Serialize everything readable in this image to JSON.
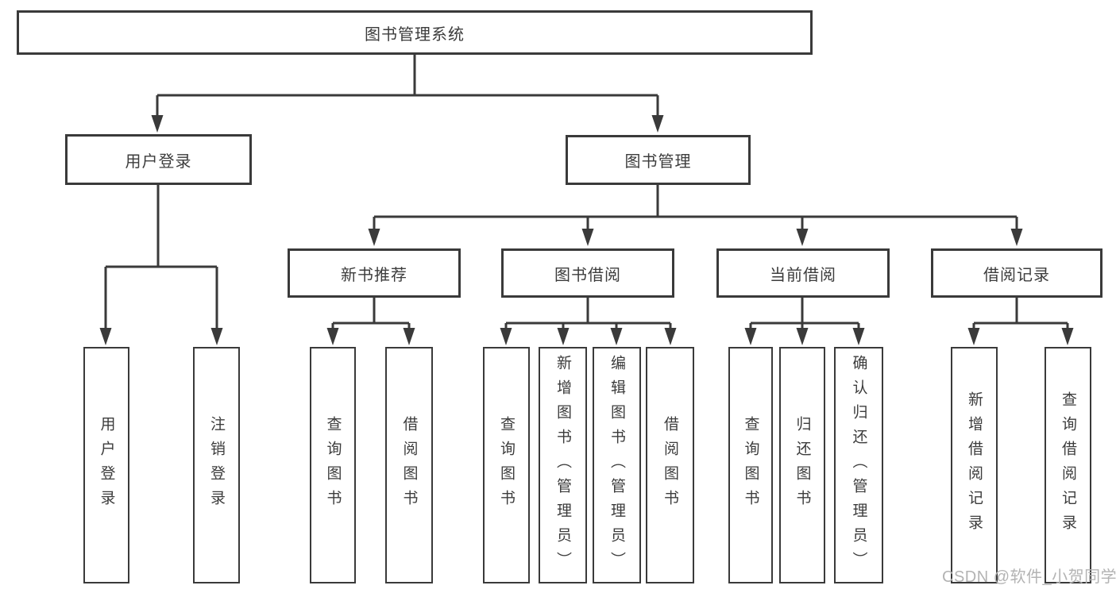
{
  "diagram": {
    "root": {
      "label": "图书管理系统"
    },
    "level2": [
      {
        "label": "用户登录",
        "children": [
          {
            "label": "用户登录"
          },
          {
            "label": "注销登录"
          }
        ]
      },
      {
        "label": "图书管理",
        "children": [
          {
            "label": "新书推荐",
            "children": [
              {
                "label": "查询图书"
              },
              {
                "label": "借阅图书"
              }
            ]
          },
          {
            "label": "图书借阅",
            "children": [
              {
                "label": "查询图书"
              },
              {
                "label": "新增图书（管理员）"
              },
              {
                "label": "编辑图书（管理员）"
              },
              {
                "label": "借阅图书"
              }
            ]
          },
          {
            "label": "当前借阅",
            "children": [
              {
                "label": "查询图书"
              },
              {
                "label": "归还图书"
              },
              {
                "label": "确认归还（管理员）"
              }
            ]
          },
          {
            "label": "借阅记录",
            "children": [
              {
                "label": "新增借阅记录"
              },
              {
                "label": "查询借阅记录"
              }
            ]
          }
        ]
      }
    ]
  },
  "watermark": "CSDN @软件_小贺同学",
  "colors": {
    "line": "#3a3a3a",
    "text": "#3c3c3c",
    "watermark": "#b3b3b3",
    "background": "#ffffff"
  }
}
